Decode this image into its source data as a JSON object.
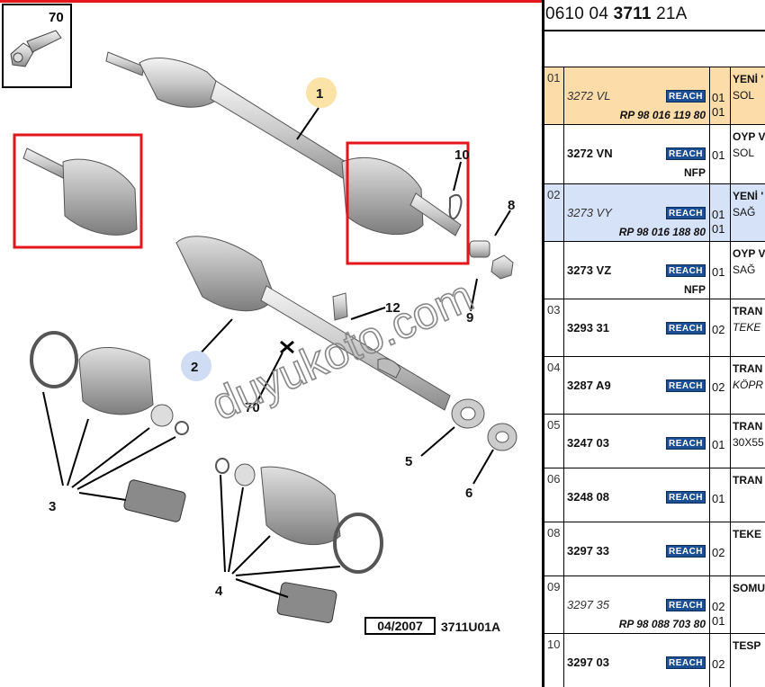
{
  "diagram": {
    "callouts": [
      "1",
      "2",
      "3",
      "4",
      "5",
      "6",
      "8",
      "9",
      "10",
      "12",
      "70",
      "70"
    ],
    "footer_date": "04/2007",
    "footer_code": "3711U01A",
    "watermark": "duyukoto.com",
    "colors": {
      "red_box": "#e3161b",
      "callout_1": "#fbe3a8",
      "callout_2": "#cfdcf4"
    }
  },
  "panel": {
    "ref_prefix": "0610 04",
    "ref_bold": "3711",
    "ref_suffix": "21A",
    "reach_label": "REACH",
    "rows": [
      {
        "ref": "01",
        "part": "3272 VL",
        "italic": true,
        "rp": "RP 98 016 119 80",
        "qty": [
          "01",
          "01"
        ],
        "desc1": "YENİ '",
        "desc2": "SOL",
        "hl": "orange"
      },
      {
        "ref": "",
        "part": "3272 VN",
        "italic": false,
        "nfp": "NFP",
        "qty": [
          "01"
        ],
        "desc1": "OYP V",
        "desc2": "SOL",
        "hl": ""
      },
      {
        "ref": "02",
        "part": "3273 VY",
        "italic": true,
        "rp": "RP 98 016 188 80",
        "qty": [
          "01",
          "01"
        ],
        "desc1": "YENİ '",
        "desc2": "SAĞ",
        "hl": "blue"
      },
      {
        "ref": "",
        "part": "3273 VZ",
        "italic": false,
        "nfp": "NFP",
        "qty": [
          "01"
        ],
        "desc1": "OYP V",
        "desc2": "SAĞ",
        "hl": ""
      },
      {
        "ref": "03",
        "part": "3293 31",
        "italic": false,
        "qty": [
          "02"
        ],
        "desc1": "TRAN",
        "desc2": "TEKE",
        "d2it": true,
        "hl": ""
      },
      {
        "ref": "04",
        "part": "3287 A9",
        "italic": false,
        "qty": [
          "02"
        ],
        "desc1": "TRAN",
        "desc2": "KÖPR",
        "d2it": true,
        "hl": ""
      },
      {
        "ref": "05",
        "part": "3247 03",
        "italic": false,
        "qty": [
          "01"
        ],
        "desc1": "TRAN",
        "desc2": "30X55",
        "hl": ""
      },
      {
        "ref": "06",
        "part": "3248 08",
        "italic": false,
        "qty": [
          "01"
        ],
        "desc1": "TRAN",
        "desc2": "",
        "hl": ""
      },
      {
        "ref": "08",
        "part": "3297 33",
        "italic": false,
        "qty": [
          "02"
        ],
        "desc1": "TEKE",
        "desc2": "",
        "hl": ""
      },
      {
        "ref": "09",
        "part": "3297 35",
        "italic": true,
        "rp": "RP 98 088 703 80",
        "qty": [
          "02",
          "01"
        ],
        "desc1": "SOMU",
        "desc2": "",
        "hl": ""
      },
      {
        "ref": "10",
        "part": "3297 03",
        "italic": false,
        "qty": [
          "02"
        ],
        "desc1": "TESP",
        "desc2": "",
        "hl": ""
      }
    ]
  }
}
